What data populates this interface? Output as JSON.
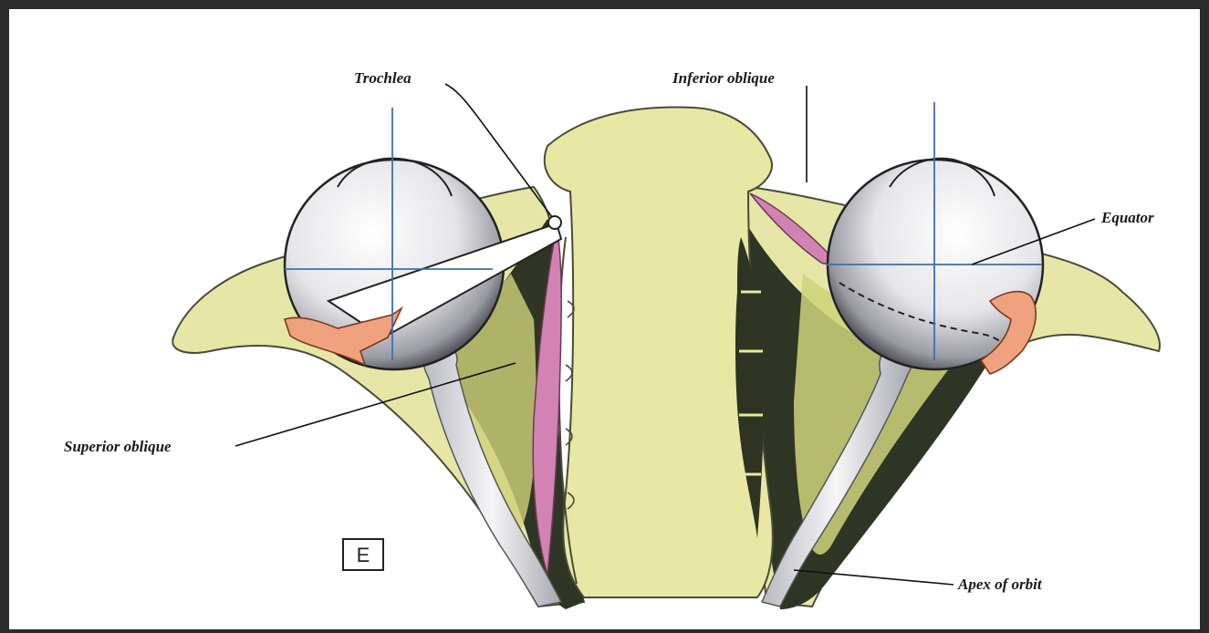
{
  "labels": {
    "trochlea": "Trochlea",
    "inferior_oblique": "Inferior oblique",
    "equator": "Equator",
    "superior_oblique": "Superior oblique",
    "apex_of_orbit": "Apex of orbit"
  },
  "panel_letter": "E",
  "colors": {
    "frame": "#2b2b2b",
    "paper": "#ffffff",
    "bone": "#e8e8a4",
    "bone_dark": "#cfd27a",
    "shadow": "#2e3322",
    "muscle": "#d283b4",
    "tendon": "#f0a27e",
    "axis": "#3b6fb0",
    "nerve": "#ebebf0"
  }
}
